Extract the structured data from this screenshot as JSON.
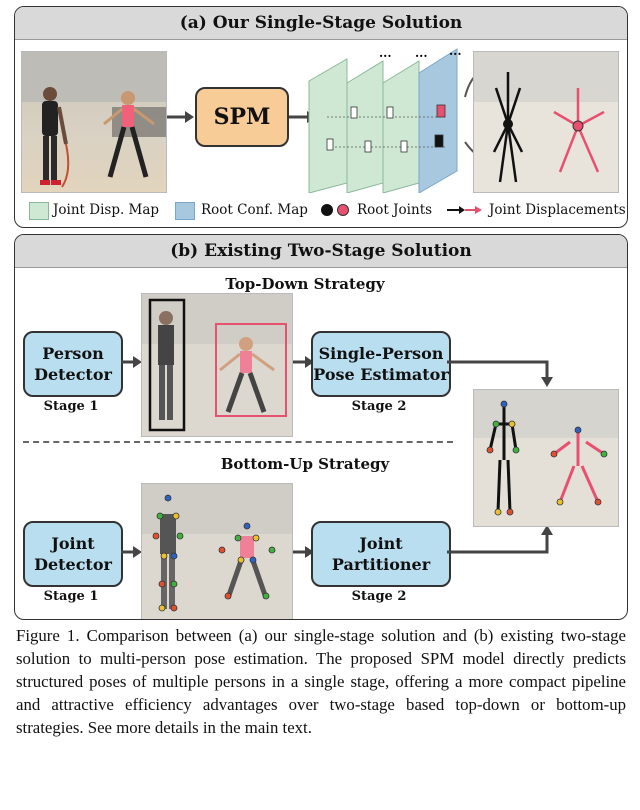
{
  "panel_a": {
    "title": "(a) Our Single-Stage Solution",
    "spm_label": "SPM",
    "ellipsis": "...",
    "legend": {
      "joint_disp_map": "Joint Disp. Map",
      "root_conf_map": "Root Conf. Map",
      "root_joints": "Root Joints",
      "joint_displacements": "Joint Displacements"
    }
  },
  "panel_b": {
    "title": "(b) Existing Two-Stage Solution",
    "top_down": {
      "strategy": "Top-Down Strategy",
      "box1": "Person\nDetector",
      "box2": "Single-Person\nPose Estimator",
      "stage1": "Stage 1",
      "stage2": "Stage 2"
    },
    "bottom_up": {
      "strategy": "Bottom-Up Strategy",
      "box1": "Joint\nDetector",
      "box2": "Joint\nPartitioner",
      "stage1": "Stage 1",
      "stage2": "Stage 2"
    }
  },
  "caption": "Figure 1. Comparison between (a) our single-stage solution and (b) existing two-stage solution to multi-person pose estimation. The proposed SPM model directly predicts structured poses of multiple persons in a single stage, offering a more compact pipeline and attractive efficiency advantages over two-stage based top-down or bottom-up strategies. See more details in the main text.",
  "colors": {
    "spm_fill": "#f8cc96",
    "disp_map": "#cfe8d4",
    "root_map": "#a8c8e0",
    "box_fill": "#b9def0",
    "pink": "#e8506f",
    "gray_panel": "#d9d9d9"
  }
}
